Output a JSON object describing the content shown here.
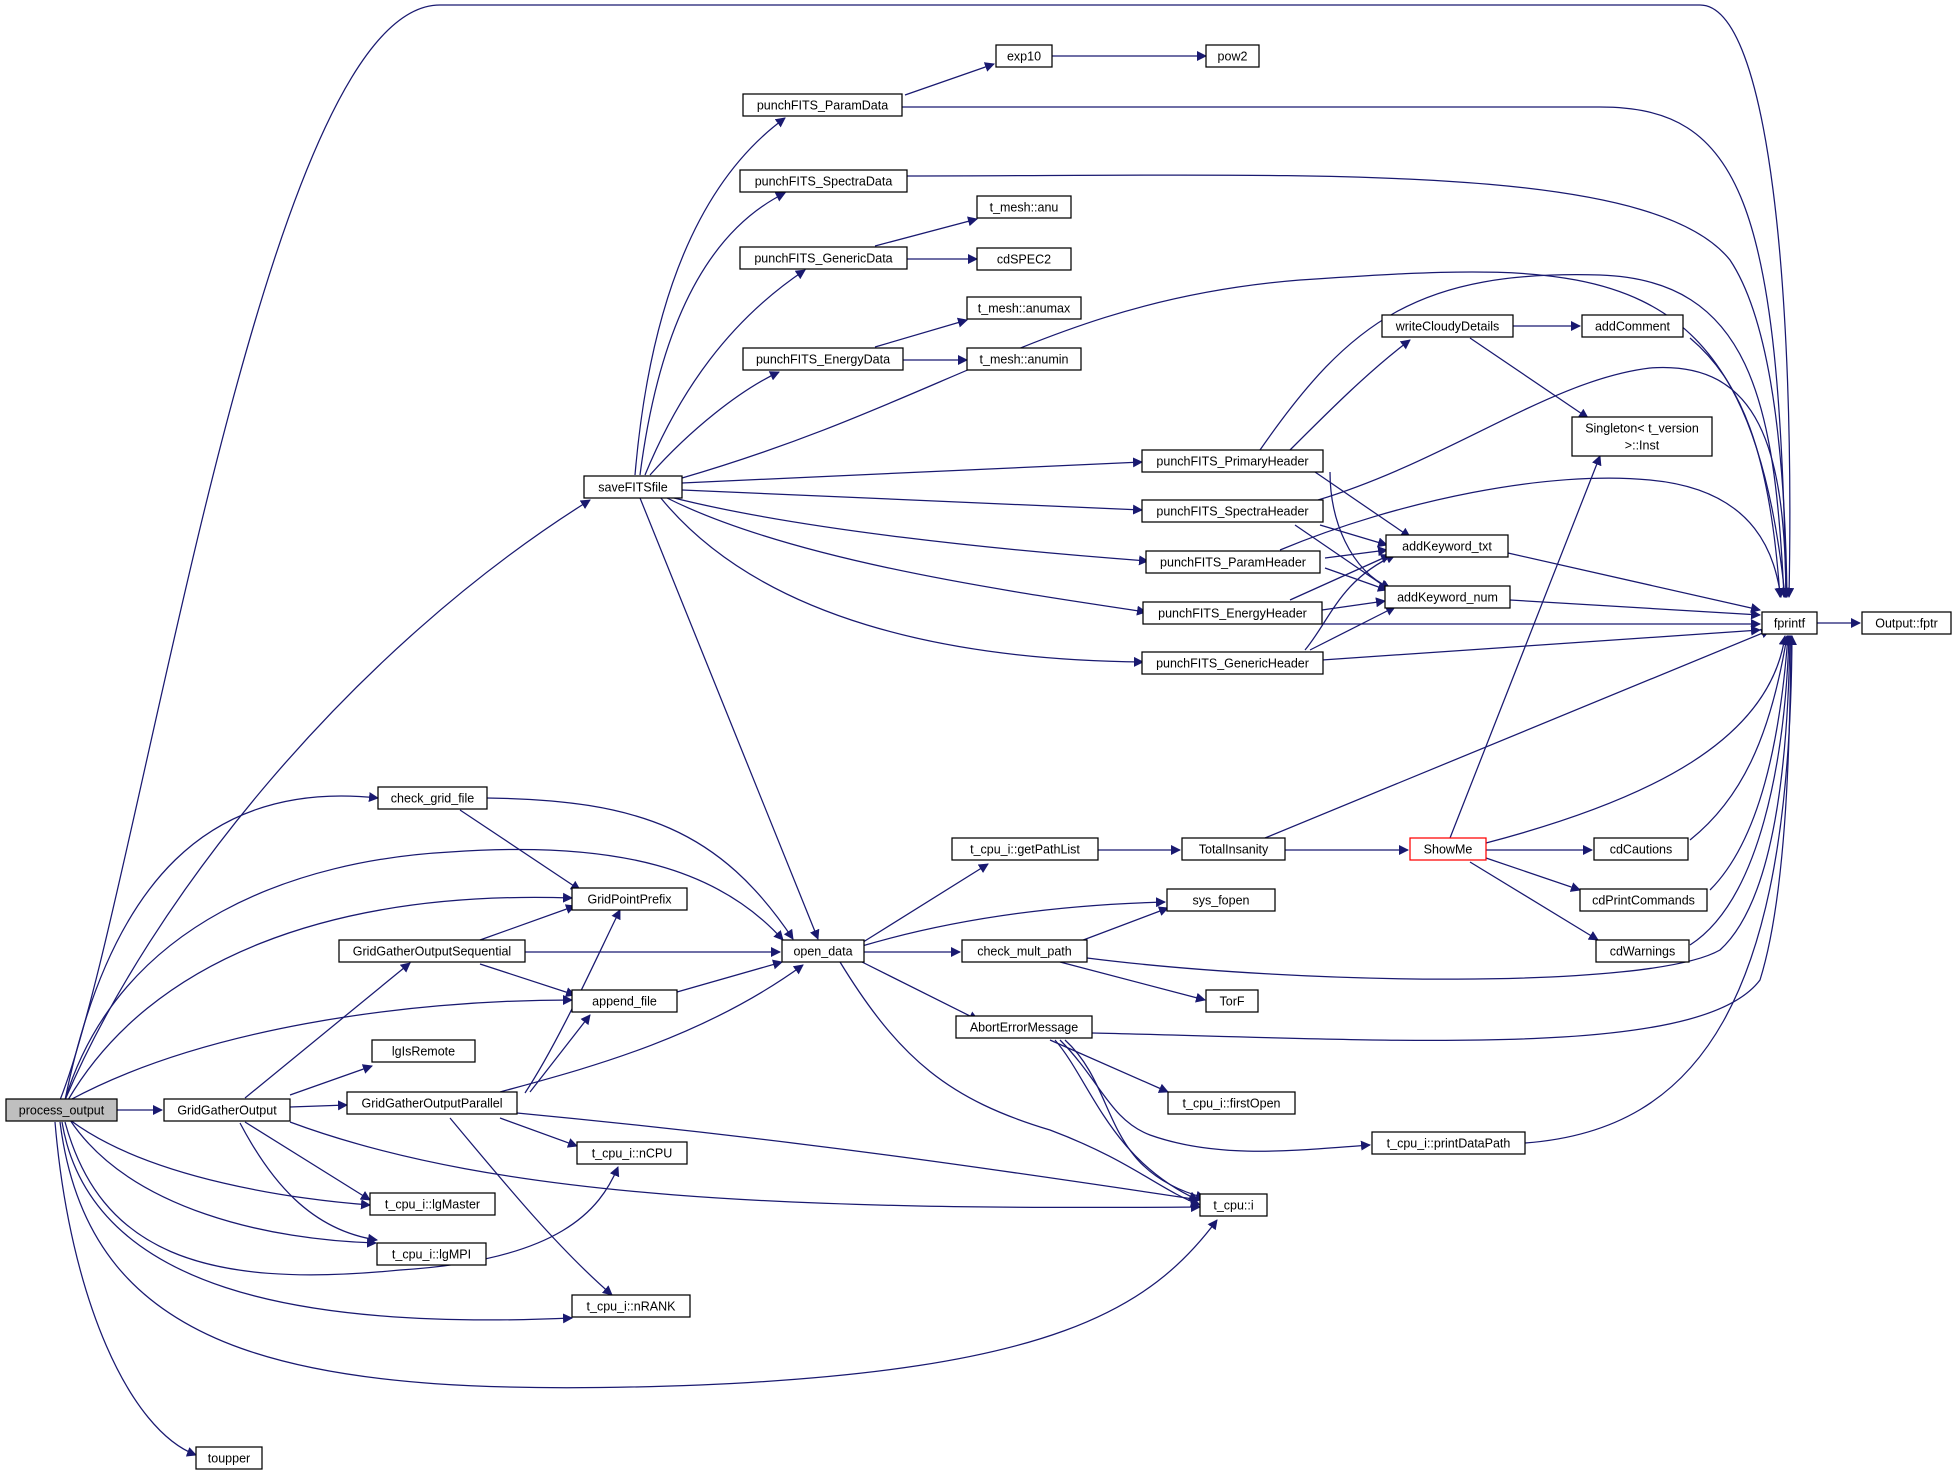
{
  "edge_color": "#191970",
  "root_fill": "#bfbfbf",
  "highlight_stroke": "#ff0000",
  "nodes": {
    "process_output": "process_output",
    "GridGatherOutput": "GridGatherOutput",
    "toupper": "toupper",
    "check_grid_file": "check_grid_file",
    "GridPointPrefix": "GridPointPrefix",
    "GridGatherOutputSequential": "GridGatherOutputSequential",
    "append_file": "append_file",
    "lgIsRemote": "lgIsRemote",
    "GridGatherOutputParallel": "GridGatherOutputParallel",
    "nCPU": "t_cpu_i::nCPU",
    "lgMaster": "t_cpu_i::lgMaster",
    "lgMPI": "t_cpu_i::lgMPI",
    "nRANK": "t_cpu_i::nRANK",
    "saveFITSfile": "saveFITSfile",
    "punchFITS_ParamData": "punchFITS_ParamData",
    "punchFITS_SpectraData": "punchFITS_SpectraData",
    "punchFITS_GenericData": "punchFITS_GenericData",
    "punchFITS_EnergyData": "punchFITS_EnergyData",
    "exp10": "exp10",
    "pow2": "pow2",
    "anu": "t_mesh::anu",
    "cdSPEC2": "cdSPEC2",
    "anumax": "t_mesh::anumax",
    "anumin": "t_mesh::anumin",
    "open_data": "open_data",
    "punchFITS_PrimaryHeader": "punchFITS_PrimaryHeader",
    "punchFITS_SpectraHeader": "punchFITS_SpectraHeader",
    "punchFITS_ParamHeader": "punchFITS_ParamHeader",
    "punchFITS_EnergyHeader": "punchFITS_EnergyHeader",
    "punchFITS_GenericHeader": "punchFITS_GenericHeader",
    "writeCloudyDetails": "writeCloudyDetails",
    "addComment": "addComment",
    "singleton_l1": "Singleton< t_version",
    "singleton_l2": ">::Inst",
    "addKeyword_txt": "addKeyword_txt",
    "addKeyword_num": "addKeyword_num",
    "fprintf": "fprintf",
    "fptr": "Output::fptr",
    "getPathList": "t_cpu_i::getPathList",
    "TotalInsanity": "TotalInsanity",
    "ShowMe": "ShowMe",
    "cdCautions": "cdCautions",
    "cdPrintCommands": "cdPrintCommands",
    "cdWarnings": "cdWarnings",
    "sys_fopen": "sys_fopen",
    "check_mult_path": "check_mult_path",
    "TorF": "TorF",
    "AbortErrorMessage": "AbortErrorMessage",
    "firstOpen": "t_cpu_i::firstOpen",
    "printDataPath": "t_cpu_i::printDataPath",
    "cpu_i": "t_cpu::i"
  }
}
